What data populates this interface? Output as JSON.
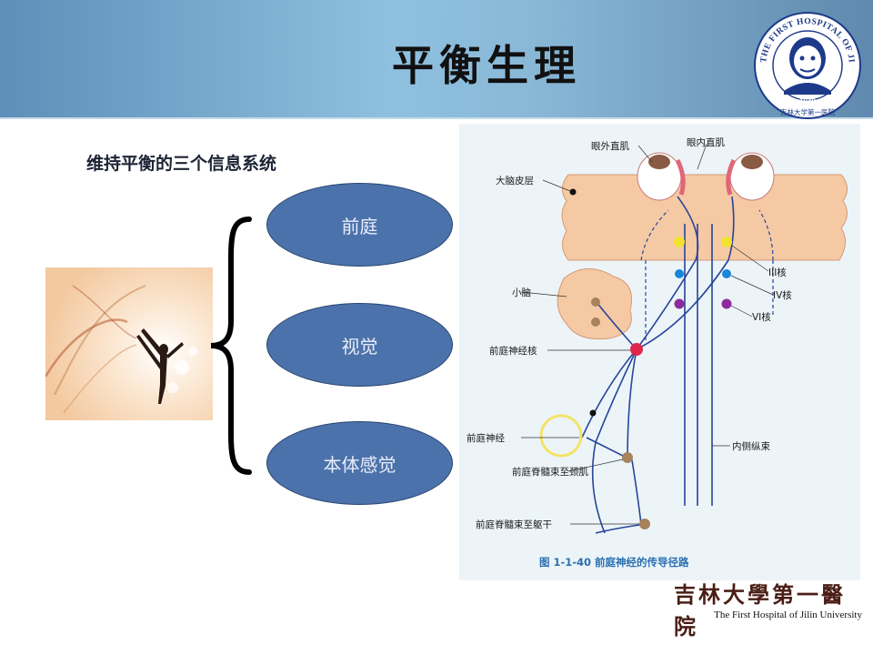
{
  "slide": {
    "title": "平衡生理",
    "subtitle": "维持平衡的三个信息系统"
  },
  "systems": [
    {
      "label": "前庭"
    },
    {
      "label": "视觉"
    },
    {
      "label": "本体感觉"
    }
  ],
  "figure": {
    "caption": "图 1-1-40    前庭神经的传导径路",
    "labels": {
      "lateral_rectus": "眼外直肌",
      "medial_rectus": "眼内直肌",
      "cortex": "大脑皮层",
      "cerebellum": "小脑",
      "vestibular_nucleus": "前庭神经核",
      "vestibular_nerve": "前庭神经",
      "spinal_cervical": "前庭脊髓束至颈肌",
      "spinal_trunk": "前庭脊髓束至躯干",
      "nucleus_3": "III核",
      "nucleus_4": "IV核",
      "nucleus_6": "VI核",
      "mlf": "内侧纵束"
    }
  },
  "logo": {
    "ring_text": "THE FIRST HOSPITAL OF JILIN UNIVERSITY",
    "year": "1949",
    "ring_cn": "吉林大学第一医院"
  },
  "footer": {
    "brand_cn": "吉林大學第一醫院",
    "brand_en": "The First Hospital of Jilin University"
  },
  "colors": {
    "header_gradient": [
      "#5d8fb9",
      "#8fc0df",
      "#5f89ae"
    ],
    "ellipse_fill": "#4c72ab",
    "ellipse_text": "#e7eef8",
    "logo_blue": "#1d3a8a",
    "footer_brand": "#4a1d15"
  }
}
